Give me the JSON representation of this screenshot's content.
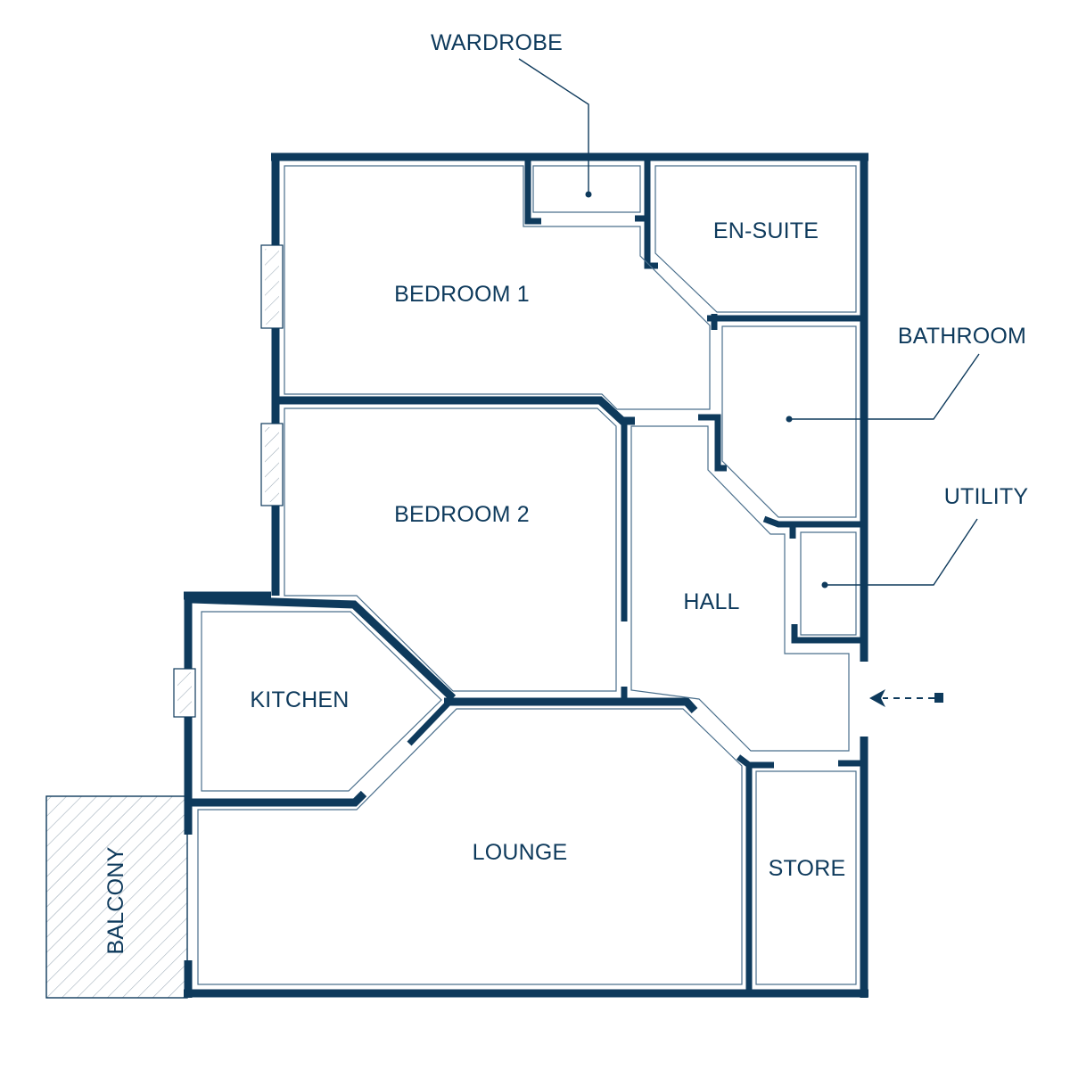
{
  "rooms": {
    "wardrobe": "WARDROBE",
    "en_suite": "EN-SUITE",
    "bedroom1": "BEDROOM 1",
    "bathroom": "BATHROOM",
    "bedroom2": "BEDROOM 2",
    "utility": "UTILITY",
    "hall": "HALL",
    "kitchen": "KITCHEN",
    "lounge": "LOUNGE",
    "store": "STORE",
    "balcony": "BALCONY"
  },
  "colors": {
    "wall": "#0e3a5c",
    "background": "#ffffff"
  },
  "icons": {
    "entrance": "entrance-arrow-icon",
    "window": "window-icon"
  }
}
